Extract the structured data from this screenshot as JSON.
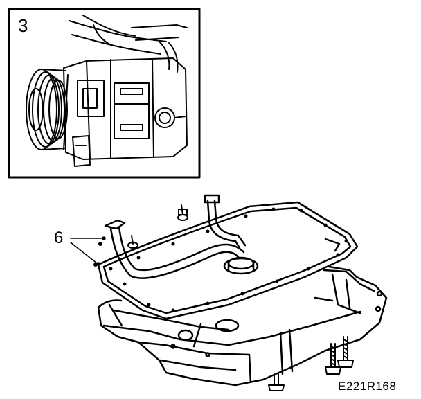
{
  "inset": {
    "step_number": "3"
  },
  "callouts": [
    {
      "number": "6"
    }
  ],
  "figure_code": "E221R168"
}
